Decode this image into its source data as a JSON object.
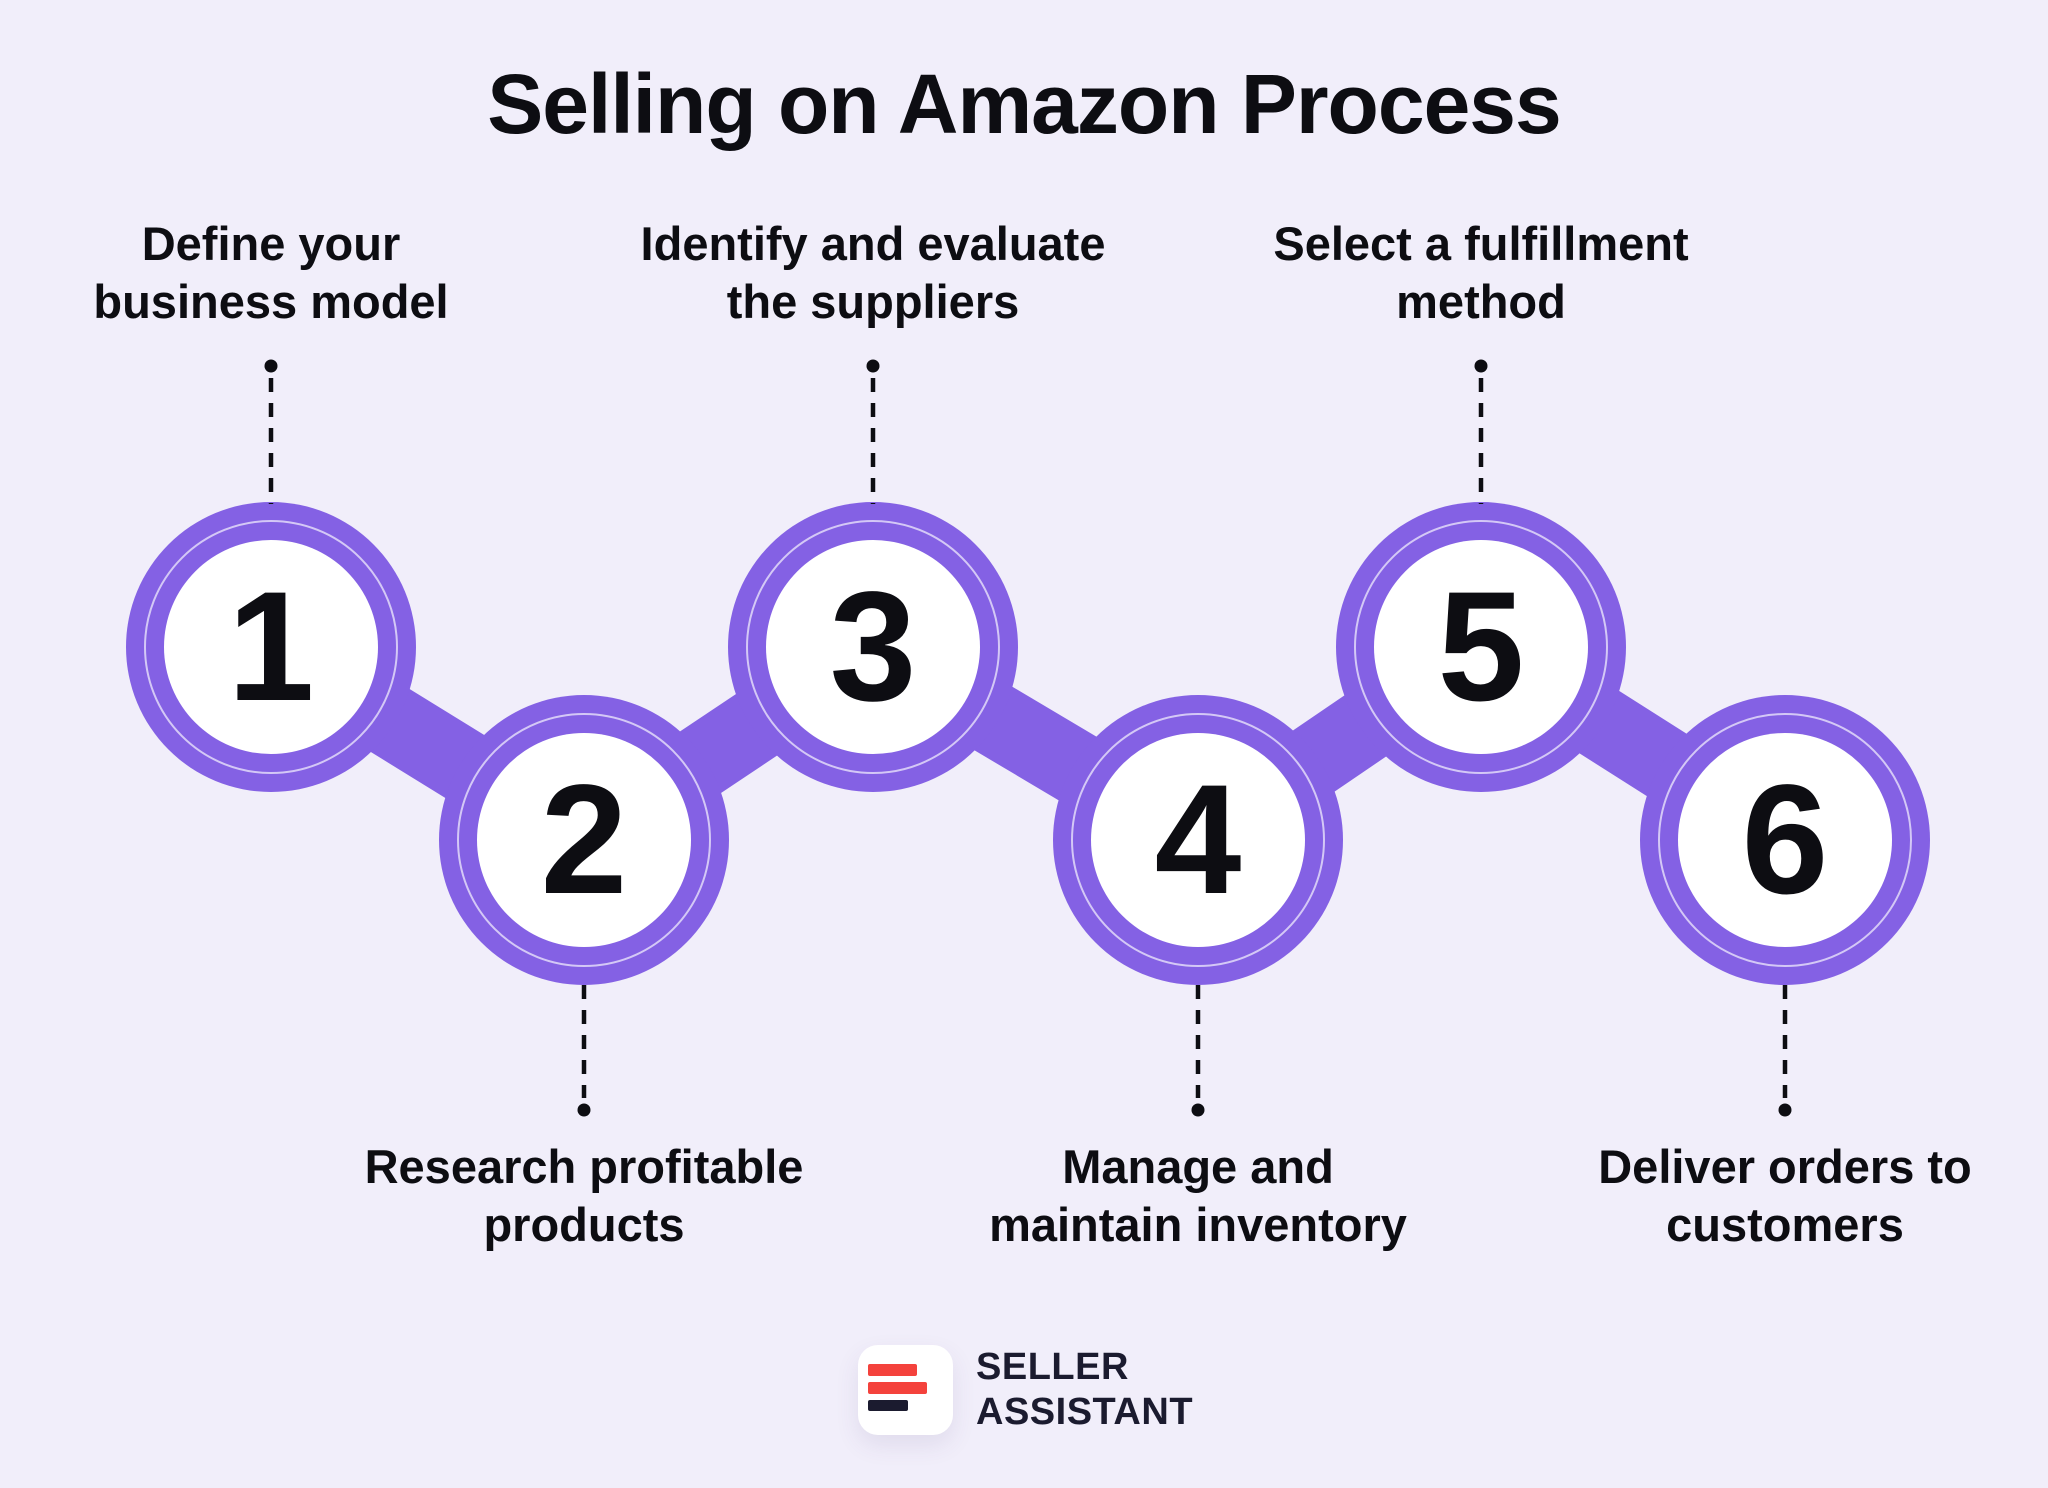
{
  "title": "Selling on Amazon Process",
  "steps": [
    {
      "number": "1",
      "label": "Define your\nbusiness model",
      "label_position": "above"
    },
    {
      "number": "2",
      "label": "Research profitable\nproducts",
      "label_position": "below"
    },
    {
      "number": "3",
      "label": "Identify and evaluate\nthe suppliers",
      "label_position": "above"
    },
    {
      "number": "4",
      "label": "Manage and\nmaintain inventory",
      "label_position": "below"
    },
    {
      "number": "5",
      "label": "Select a fulfillment\nmethod",
      "label_position": "above"
    },
    {
      "number": "6",
      "label": "Deliver orders to\ncustomers",
      "label_position": "below"
    }
  ],
  "logo": {
    "line1": "SELLER",
    "line2": "ASSISTANT",
    "icon": "seller-assistant-bars-icon"
  },
  "colors": {
    "bg": "#f1eefa",
    "accent": "#8461e4",
    "ink": "#0d0d12",
    "circle-fill": "#ffffff",
    "brand-red": "#f4423c",
    "brand-dark": "#1b1b2f"
  }
}
